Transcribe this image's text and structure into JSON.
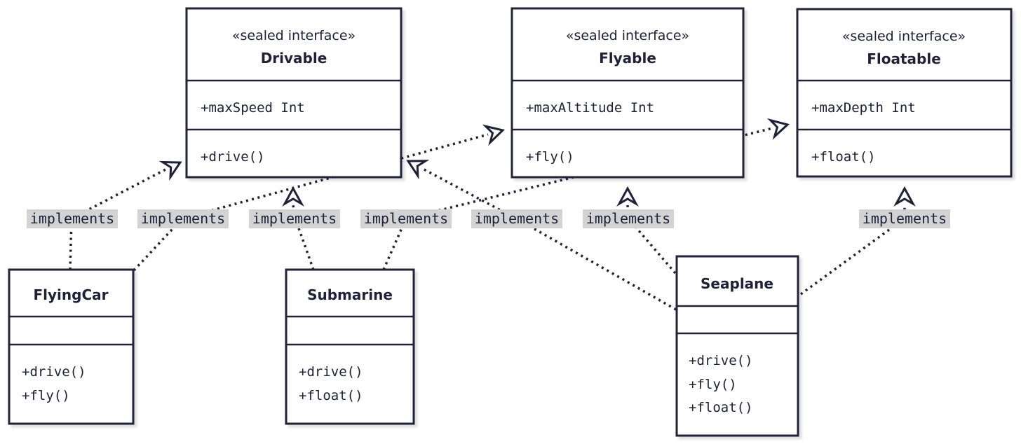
{
  "diagram": {
    "type": "uml-class-diagram",
    "colors": {
      "stroke": "#21203a",
      "text": "#21203a",
      "label_background": "#d3d3d3",
      "node_background": "#ffffff",
      "page_background": "#ffffff"
    },
    "interfaces": [
      {
        "stereotype": "«sealed interface»",
        "name": "Drivable",
        "attributes": [
          "+maxSpeed Int"
        ],
        "methods": [
          "+drive()"
        ]
      },
      {
        "stereotype": "«sealed interface»",
        "name": "Flyable",
        "attributes": [
          "+maxAltitude Int"
        ],
        "methods": [
          "+fly()"
        ]
      },
      {
        "stereotype": "«sealed interface»",
        "name": "Floatable",
        "attributes": [
          "+maxDepth Int"
        ],
        "methods": [
          "+float()"
        ]
      }
    ],
    "classes": [
      {
        "name": "FlyingCar",
        "attributes": [],
        "methods": [
          "+drive()",
          "+fly()"
        ]
      },
      {
        "name": "Submarine",
        "attributes": [],
        "methods": [
          "+drive()",
          "+float()"
        ]
      },
      {
        "name": "Seaplane",
        "attributes": [],
        "methods": [
          "+drive()",
          "+fly()",
          "+float()"
        ]
      }
    ],
    "relationships": [
      {
        "from": "FlyingCar",
        "to": "Drivable",
        "type": "realization",
        "label": "implements"
      },
      {
        "from": "FlyingCar",
        "to": "Flyable",
        "type": "realization",
        "label": "implements"
      },
      {
        "from": "Submarine",
        "to": "Drivable",
        "type": "realization",
        "label": "implements"
      },
      {
        "from": "Submarine",
        "to": "Floatable",
        "type": "realization",
        "label": "implements"
      },
      {
        "from": "Seaplane",
        "to": "Drivable",
        "type": "realization",
        "label": "implements"
      },
      {
        "from": "Seaplane",
        "to": "Flyable",
        "type": "realization",
        "label": "implements"
      },
      {
        "from": "Seaplane",
        "to": "Floatable",
        "type": "realization",
        "label": "implements"
      }
    ]
  }
}
